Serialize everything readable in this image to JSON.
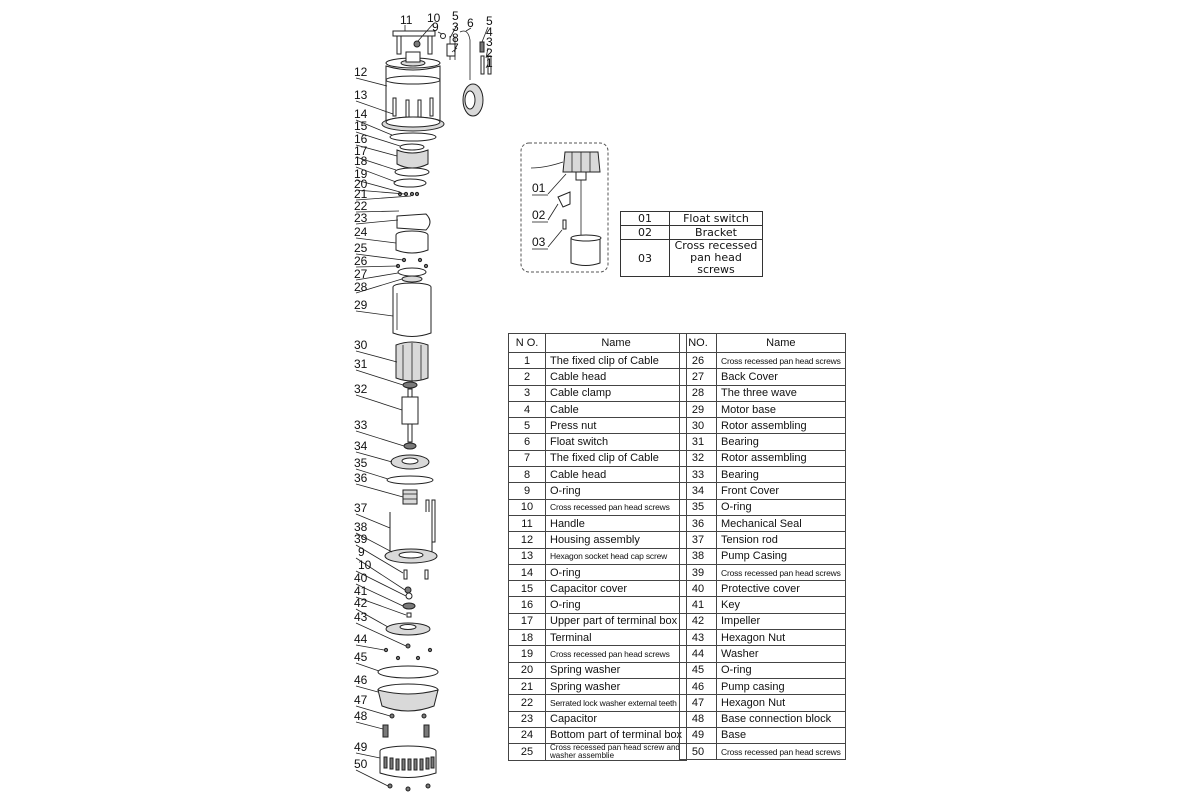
{
  "callouts": {
    "top": [
      "11",
      "10",
      "9",
      "5",
      "3",
      "8",
      "7",
      "6",
      "5",
      "4",
      "3",
      "2",
      "1"
    ],
    "left": [
      "12",
      "13",
      "14",
      "15",
      "16",
      "17",
      "18",
      "19",
      "20",
      "21",
      "22",
      "23",
      "24",
      "25",
      "26",
      "27",
      "28",
      "29",
      "30",
      "31",
      "32",
      "33",
      "34",
      "35",
      "36",
      "37",
      "38",
      "39",
      "9",
      "10",
      "40",
      "41",
      "42",
      "43",
      "44",
      "45",
      "46",
      "47",
      "48",
      "49",
      "50"
    ],
    "inset": [
      "01",
      "02",
      "03"
    ]
  },
  "float_switch_parts": [
    {
      "code": "01",
      "name": "Float switch"
    },
    {
      "code": "02",
      "name": "Bracket"
    },
    {
      "code": "03",
      "name": "Cross recessed pan head screws"
    }
  ],
  "parts_table": {
    "col_no": "N O.",
    "col_name": "Name",
    "col_no_right": "NO.",
    "left": [
      {
        "no": "1",
        "name": "The fixed clip of Cable"
      },
      {
        "no": "2",
        "name": "Cable head"
      },
      {
        "no": "3",
        "name": "Cable clamp"
      },
      {
        "no": "4",
        "name": "Cable"
      },
      {
        "no": "5",
        "name": "Press nut"
      },
      {
        "no": "6",
        "name": "Float switch"
      },
      {
        "no": "7",
        "name": "The fixed clip of Cable"
      },
      {
        "no": "8",
        "name": "Cable head"
      },
      {
        "no": "9",
        "name": "O-ring"
      },
      {
        "no": "10",
        "name": "Cross recessed pan head screws",
        "small": true
      },
      {
        "no": "11",
        "name": "Handle"
      },
      {
        "no": "12",
        "name": "Housing assembly"
      },
      {
        "no": "13",
        "name": "Hexagon socket head cap screw",
        "small": true
      },
      {
        "no": "14",
        "name": "O-ring"
      },
      {
        "no": "15",
        "name": "Capacitor cover"
      },
      {
        "no": "16",
        "name": "O-ring"
      },
      {
        "no": "17",
        "name": "Upper part of terminal box"
      },
      {
        "no": "18",
        "name": "Terminal"
      },
      {
        "no": "19",
        "name": "Cross recessed pan head screws",
        "small": true
      },
      {
        "no": "20",
        "name": "Spring washer"
      },
      {
        "no": "21",
        "name": "Spring washer"
      },
      {
        "no": "22",
        "name": "Serrated lock washer external teeth",
        "small": true
      },
      {
        "no": "23",
        "name": "Capacitor"
      },
      {
        "no": "24",
        "name": "Bottom part of terminal box"
      },
      {
        "no": "25",
        "name": "Cross recessed pan head screw and washer assemblie",
        "two": true
      }
    ],
    "right": [
      {
        "no": "26",
        "name": "Cross recessed pan head screws",
        "small": true
      },
      {
        "no": "27",
        "name": "Back Cover"
      },
      {
        "no": "28",
        "name": "The three wave"
      },
      {
        "no": "29",
        "name": "Motor base"
      },
      {
        "no": "30",
        "name": "Rotor assembling"
      },
      {
        "no": "31",
        "name": "Bearing"
      },
      {
        "no": "32",
        "name": "Rotor assembling"
      },
      {
        "no": "33",
        "name": "Bearing"
      },
      {
        "no": "34",
        "name": "Front Cover"
      },
      {
        "no": "35",
        "name": "O-ring"
      },
      {
        "no": "36",
        "name": "Mechanical Seal"
      },
      {
        "no": "37",
        "name": "Tension rod"
      },
      {
        "no": "38",
        "name": "Pump Casing"
      },
      {
        "no": "39",
        "name": "Cross recessed pan head screws",
        "small": true
      },
      {
        "no": "40",
        "name": "Protective cover"
      },
      {
        "no": "41",
        "name": "Key"
      },
      {
        "no": "42",
        "name": "Impeller"
      },
      {
        "no": "43",
        "name": "Hexagon Nut"
      },
      {
        "no": "44",
        "name": "Washer"
      },
      {
        "no": "45",
        "name": "O-ring"
      },
      {
        "no": "46",
        "name": "Pump casing"
      },
      {
        "no": "47",
        "name": "Hexagon Nut"
      },
      {
        "no": "48",
        "name": "Base connection block"
      },
      {
        "no": "49",
        "name": "Base"
      },
      {
        "no": "50",
        "name": "Cross recessed pan head screws",
        "small": true
      }
    ]
  }
}
